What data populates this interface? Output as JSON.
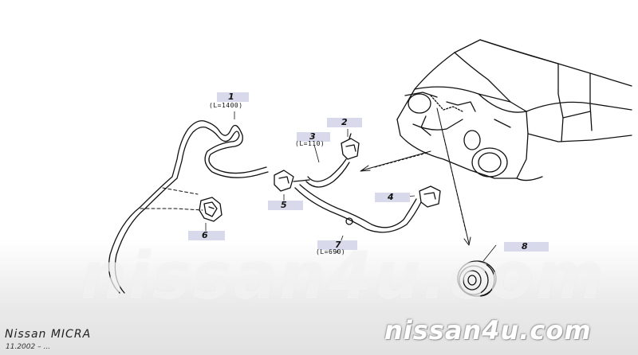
{
  "callouts": [
    {
      "id": "1",
      "length": "(L=1400)"
    },
    {
      "id": "2",
      "length": ""
    },
    {
      "id": "3",
      "length": "(L=110)"
    },
    {
      "id": "4",
      "length": ""
    },
    {
      "id": "5",
      "length": ""
    },
    {
      "id": "6",
      "length": ""
    },
    {
      "id": "7",
      "length": "(L=690)"
    },
    {
      "id": "8",
      "length": ""
    }
  ],
  "watermark_mid": "nissan4u.com",
  "watermark_footer": "nissan4u.com",
  "model": {
    "title": "Nissan MICRA",
    "date": "11.2002 – ..."
  },
  "colors": {
    "line": "#111111",
    "callout_bg": "#d9d9ec",
    "footer_shade": "#e2e2e2"
  }
}
